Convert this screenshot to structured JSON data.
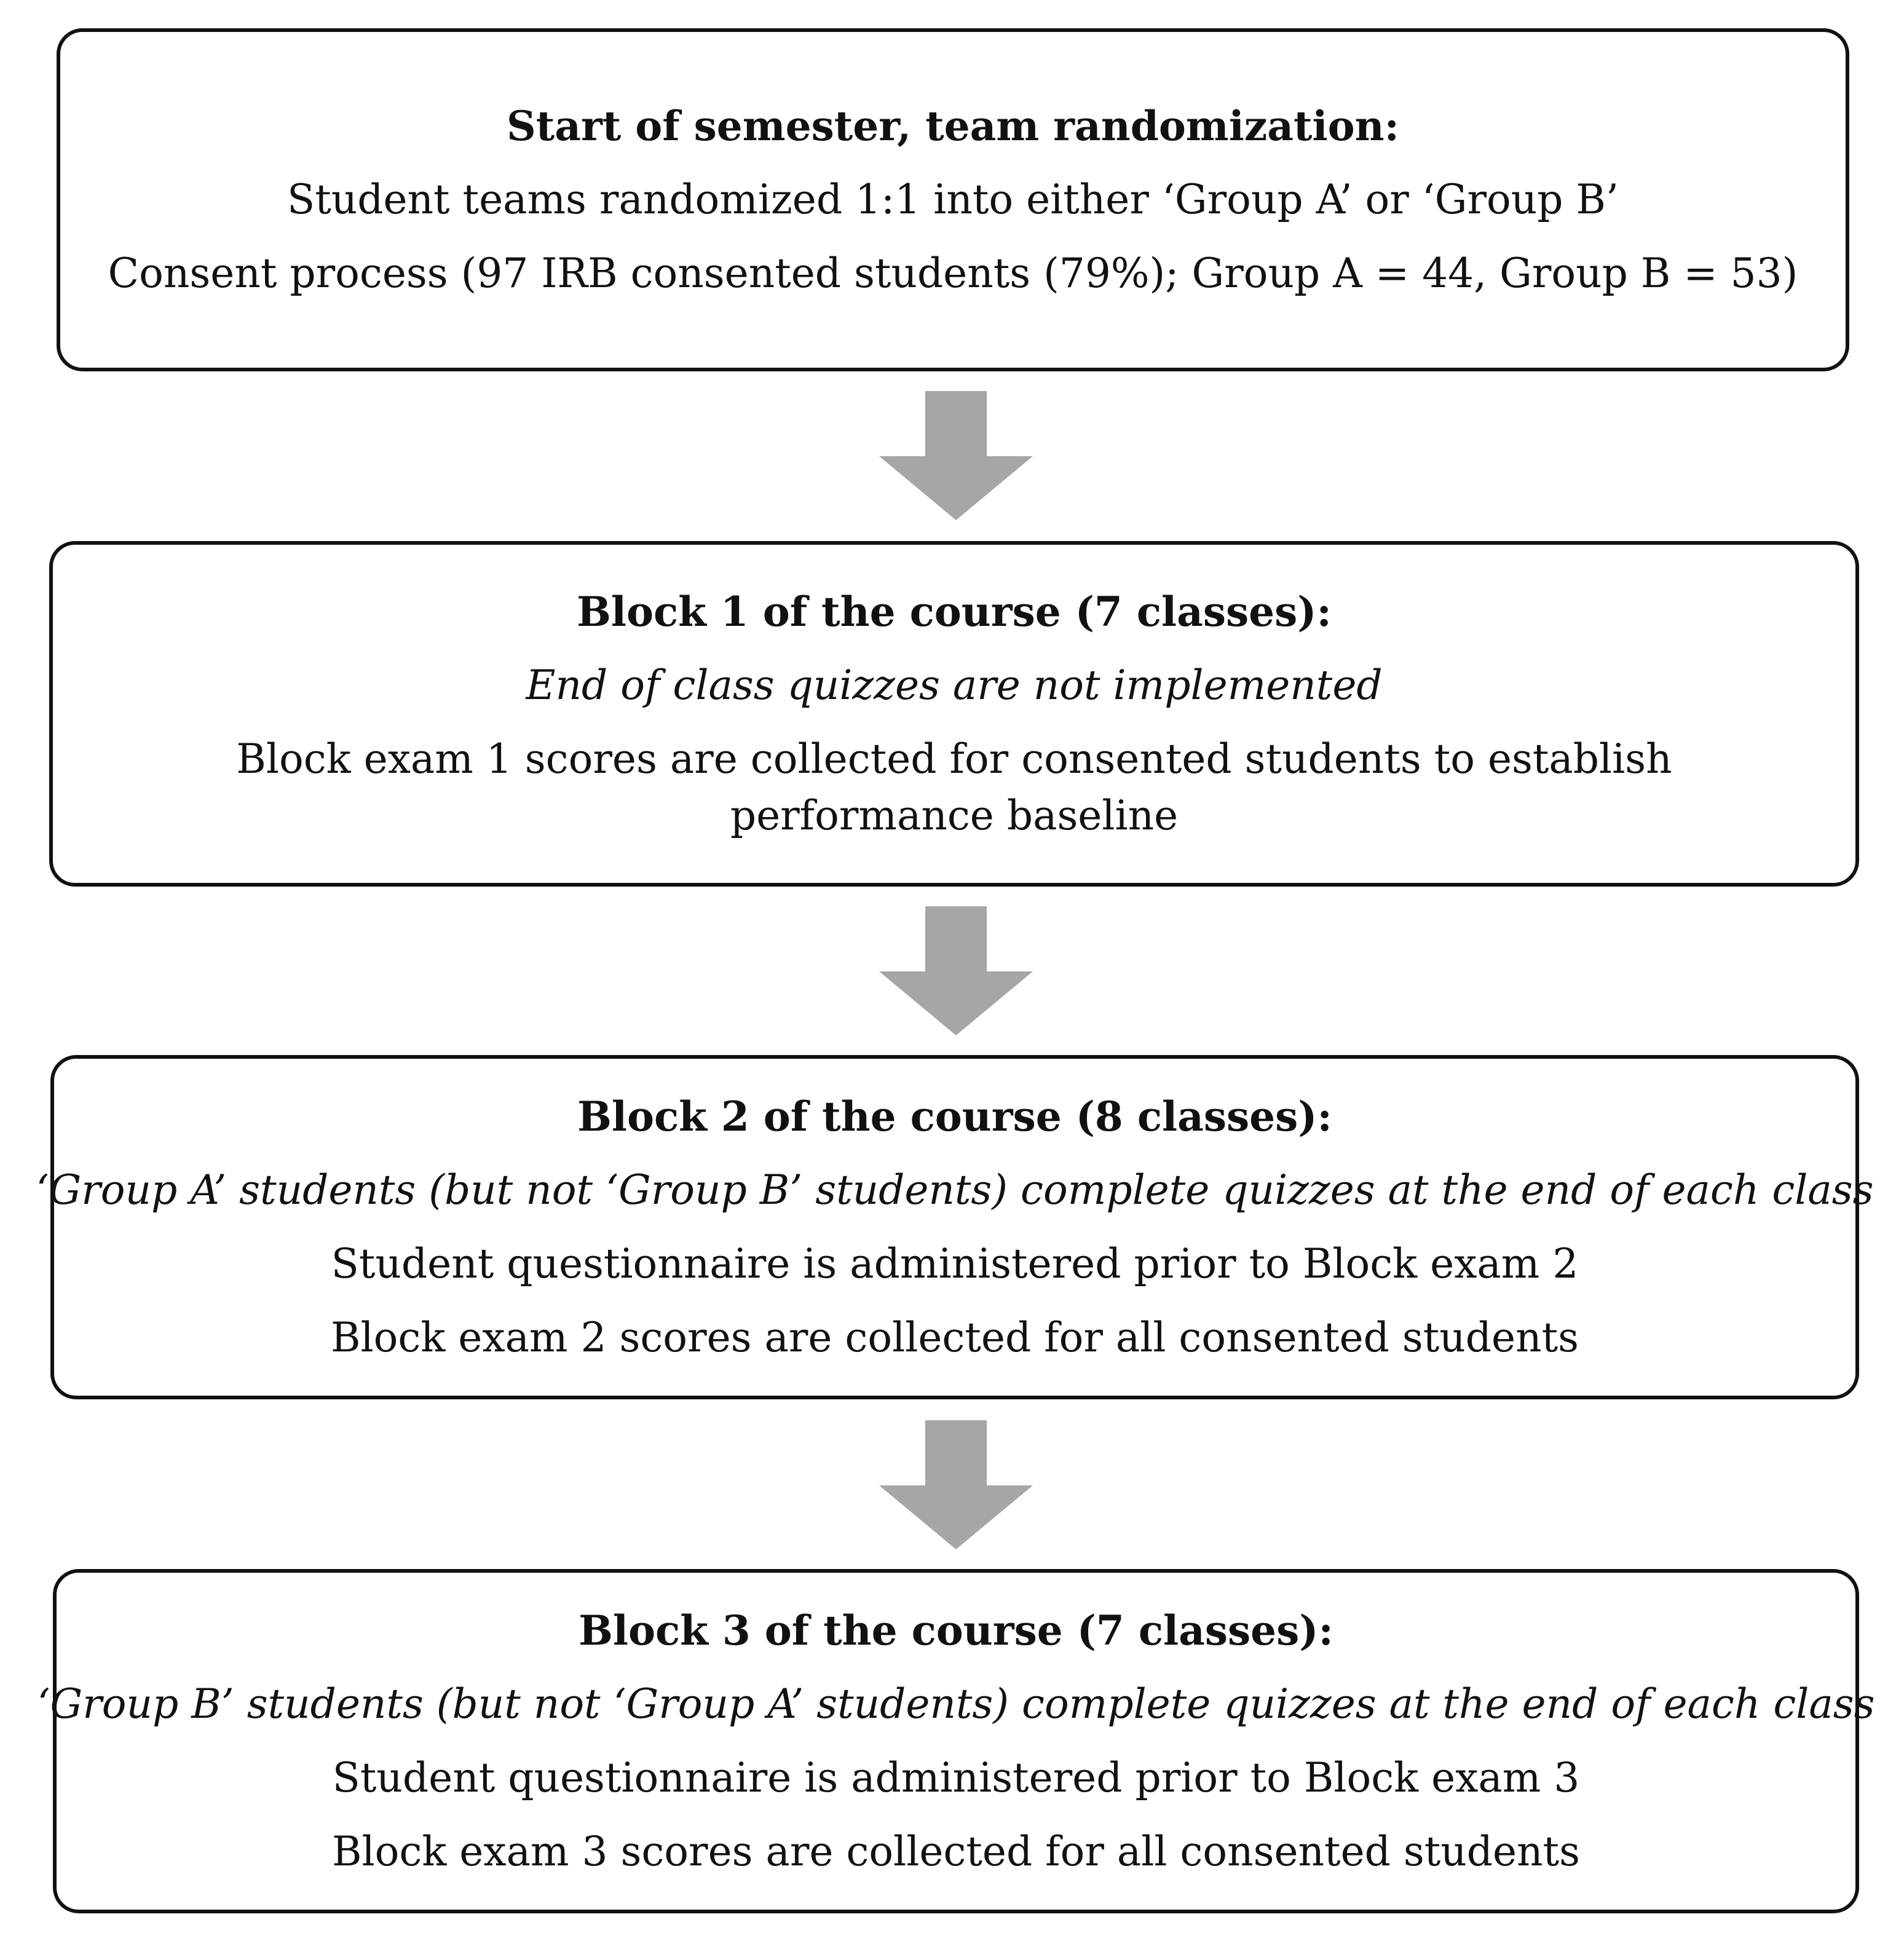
{
  "steps": [
    {
      "title": "Start of semester, team randomization:",
      "lines": [
        "Student teams randomized 1:1 into either ‘Group A’ or ‘Group B’",
        "Consent process (97 IRB consented students (79%); Group A = 44, Group B = 53)"
      ]
    },
    {
      "title": "Block 1 of the course (7 classes):",
      "lines": [
        "End of class quizzes are not implemented",
        "Block exam 1 scores are collected for consented students to establish performance baseline"
      ]
    },
    {
      "title": "Block 2 of the course (8 classes):",
      "lines": [
        "‘Group A’ students (but not ‘Group B’ students) complete quizzes at the end of each class",
        "Student questionnaire is administered prior to Block exam 2",
        "Block exam 2 scores are collected for all consented students"
      ]
    },
    {
      "title": "Block 3 of the course (7 classes):",
      "lines": [
        "‘Group B’ students (but not ‘Group A’ students) complete quizzes at the end of each class",
        "Student questionnaire is administered prior to Block exam 3",
        "Block exam 3 scores are collected for all consented students"
      ]
    }
  ],
  "colors": {
    "border": "#111111",
    "arrow": "#a6a6a6",
    "background": "#ffffff"
  }
}
